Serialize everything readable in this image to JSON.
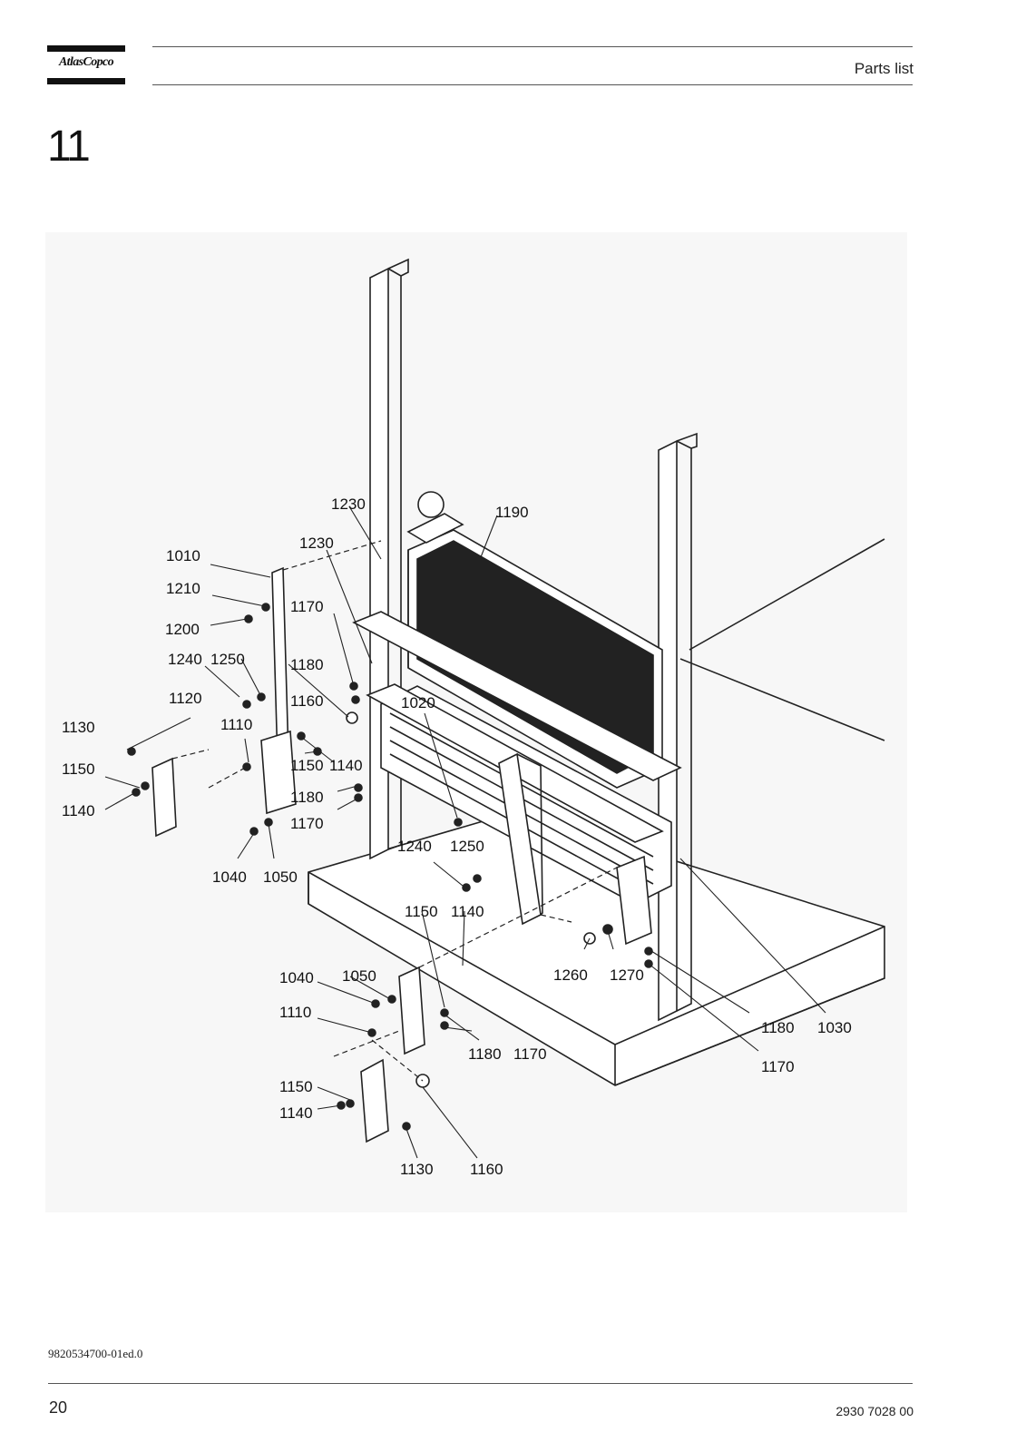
{
  "header": {
    "brand": "AtlasCopco",
    "title": "Parts list"
  },
  "section": {
    "number": "11"
  },
  "figure": {
    "callouts": [
      {
        "text": "1230"
      },
      {
        "text": "1190"
      },
      {
        "text": "1230"
      },
      {
        "text": "1010"
      },
      {
        "text": "1210"
      },
      {
        "text": "1170"
      },
      {
        "text": "1200"
      },
      {
        "text": "1240"
      },
      {
        "text": "1250"
      },
      {
        "text": "1180"
      },
      {
        "text": "1120"
      },
      {
        "text": "1160"
      },
      {
        "text": "1020"
      },
      {
        "text": "1130"
      },
      {
        "text": "1110"
      },
      {
        "text": "1150"
      },
      {
        "text": "1140"
      },
      {
        "text": "1150"
      },
      {
        "text": "1180"
      },
      {
        "text": "1140"
      },
      {
        "text": "1170"
      },
      {
        "text": "1240"
      },
      {
        "text": "1250"
      },
      {
        "text": "1040"
      },
      {
        "text": "1050"
      },
      {
        "text": "1150"
      },
      {
        "text": "1140"
      },
      {
        "text": "1040"
      },
      {
        "text": "1050"
      },
      {
        "text": "1260"
      },
      {
        "text": "1270"
      },
      {
        "text": "1110"
      },
      {
        "text": "1180"
      },
      {
        "text": "1030"
      },
      {
        "text": "1180"
      },
      {
        "text": "1170"
      },
      {
        "text": "1170"
      },
      {
        "text": "1150"
      },
      {
        "text": "1140"
      },
      {
        "text": "1130"
      },
      {
        "text": "1160"
      }
    ]
  },
  "footer": {
    "doc_code": "9820534700-01ed.0",
    "page_number": "20",
    "part_number": "2930 7028 00"
  }
}
